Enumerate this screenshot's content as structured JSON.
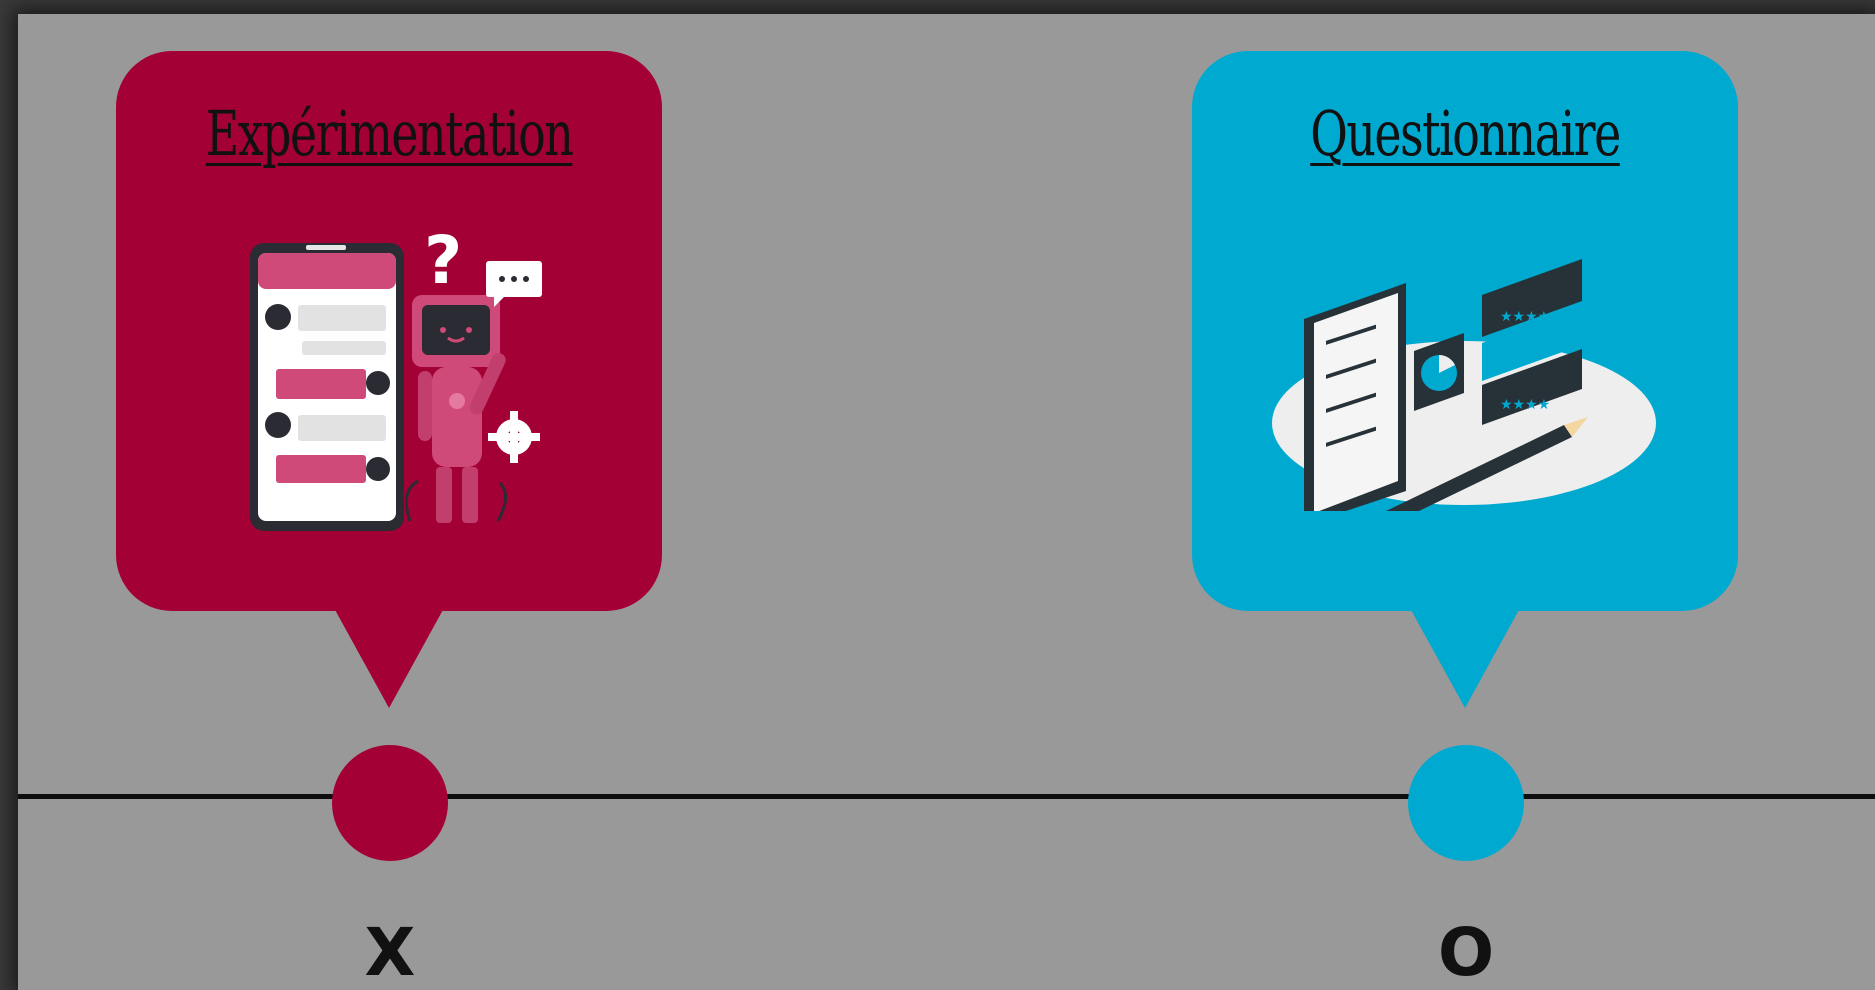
{
  "colors": {
    "background": "#999999",
    "experiment": "#a30036",
    "questionnaire": "#00a9cf",
    "axis": "#0e0e0e"
  },
  "stages": [
    {
      "title": "Expérimentation",
      "marker": "X",
      "icon": "chatbot-robot-phone-illustration"
    },
    {
      "title": "Questionnaire",
      "marker": "O",
      "icon": "clipboard-survey-illustration"
    }
  ]
}
